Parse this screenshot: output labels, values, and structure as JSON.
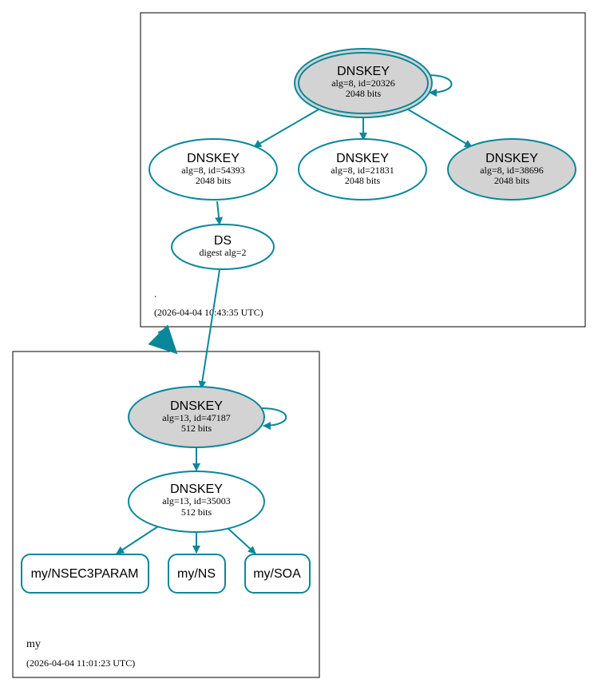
{
  "colors": {
    "edge": "#0a879a",
    "filled_node": "#d3d3d3",
    "node_fill": "#ffffff",
    "zone_border": "#000000",
    "text": "#000000"
  },
  "zones": {
    "root": {
      "name": ".",
      "timestamp": "(2026-04-04 10:43:35 UTC)"
    },
    "my": {
      "name": "my",
      "timestamp": "(2026-04-04 11:01:23 UTC)"
    }
  },
  "nodes": {
    "root_ksk": {
      "title": "DNSKEY",
      "line1": "alg=8, id=20326",
      "line2": "2048 bits"
    },
    "root_zsk_54393": {
      "title": "DNSKEY",
      "line1": "alg=8, id=54393",
      "line2": "2048 bits"
    },
    "root_zsk_21831": {
      "title": "DNSKEY",
      "line1": "alg=8, id=21831",
      "line2": "2048 bits"
    },
    "root_key_38696": {
      "title": "DNSKEY",
      "line1": "alg=8, id=38696",
      "line2": "2048 bits"
    },
    "ds_my": {
      "title": "DS",
      "line1": "digest alg=2"
    },
    "my_ksk": {
      "title": "DNSKEY",
      "line1": "alg=13, id=47187",
      "line2": "512 bits"
    },
    "my_zsk": {
      "title": "DNSKEY",
      "line1": "alg=13, id=35003",
      "line2": "512 bits"
    },
    "rr_nsec3param": {
      "label": "my/NSEC3PARAM"
    },
    "rr_ns": {
      "label": "my/NS"
    },
    "rr_soa": {
      "label": "my/SOA"
    }
  }
}
